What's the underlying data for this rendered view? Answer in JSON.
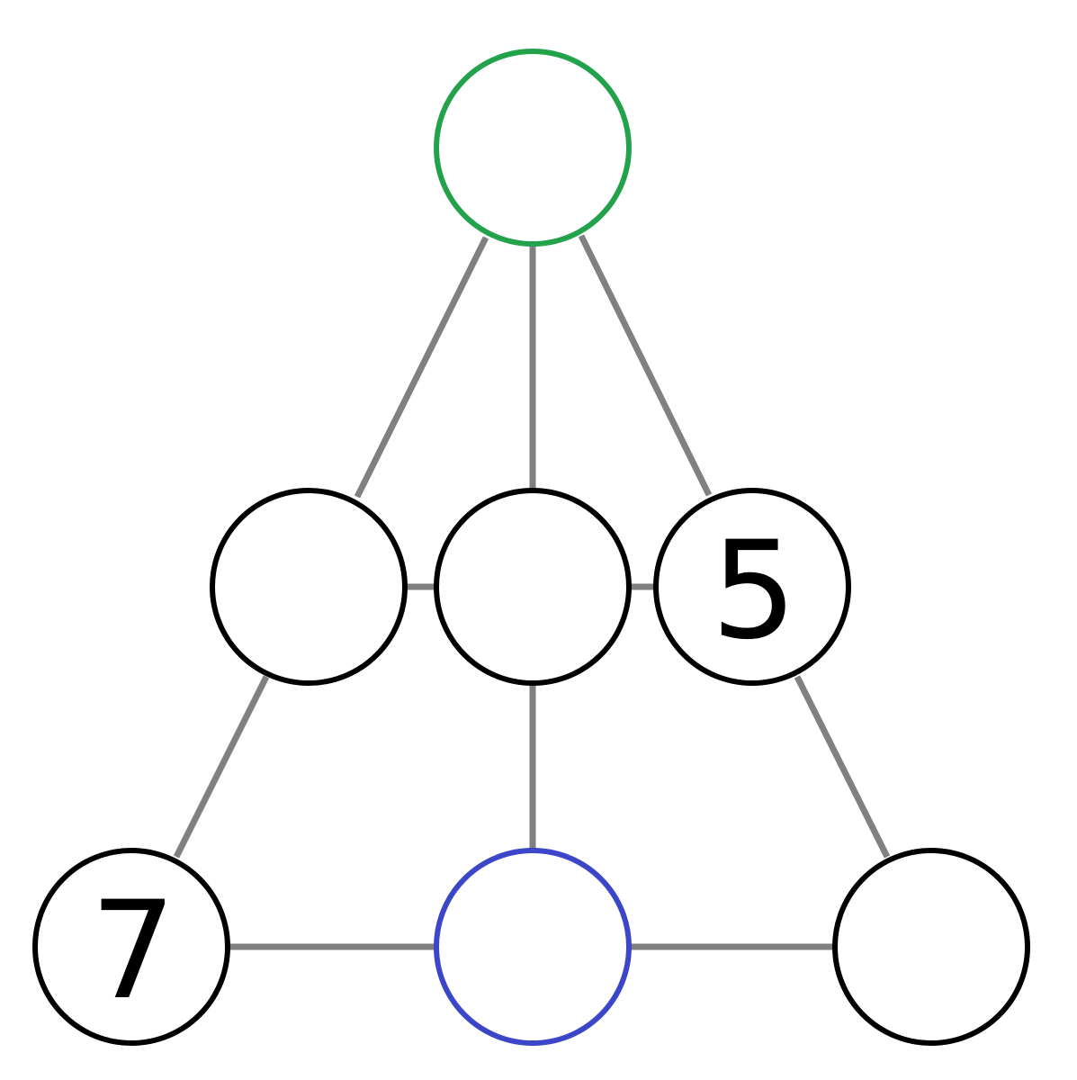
{
  "diagram": {
    "colors": {
      "edge": "#808080",
      "default_node": "#000000",
      "top_node": "#22a24a",
      "bottom_center_node": "#3b46c8",
      "label": "#000000"
    },
    "nodes": {
      "top": {
        "label": "",
        "color": "#22a24a"
      },
      "middle_left": {
        "label": "",
        "color": "#000000"
      },
      "middle_center": {
        "label": "",
        "color": "#000000"
      },
      "middle_right": {
        "label": "5",
        "color": "#000000"
      },
      "bottom_left": {
        "label": "7",
        "color": "#000000"
      },
      "bottom_center": {
        "label": "",
        "color": "#3b46c8"
      },
      "bottom_right": {
        "label": "",
        "color": "#000000"
      }
    },
    "edges": [
      [
        "top",
        "middle_left"
      ],
      [
        "top",
        "middle_center"
      ],
      [
        "top",
        "middle_right"
      ],
      [
        "middle_left",
        "middle_center"
      ],
      [
        "middle_center",
        "middle_right"
      ],
      [
        "middle_left",
        "bottom_left"
      ],
      [
        "middle_center",
        "bottom_center"
      ],
      [
        "middle_right",
        "bottom_right"
      ],
      [
        "bottom_left",
        "bottom_center"
      ],
      [
        "bottom_center",
        "bottom_right"
      ]
    ]
  }
}
